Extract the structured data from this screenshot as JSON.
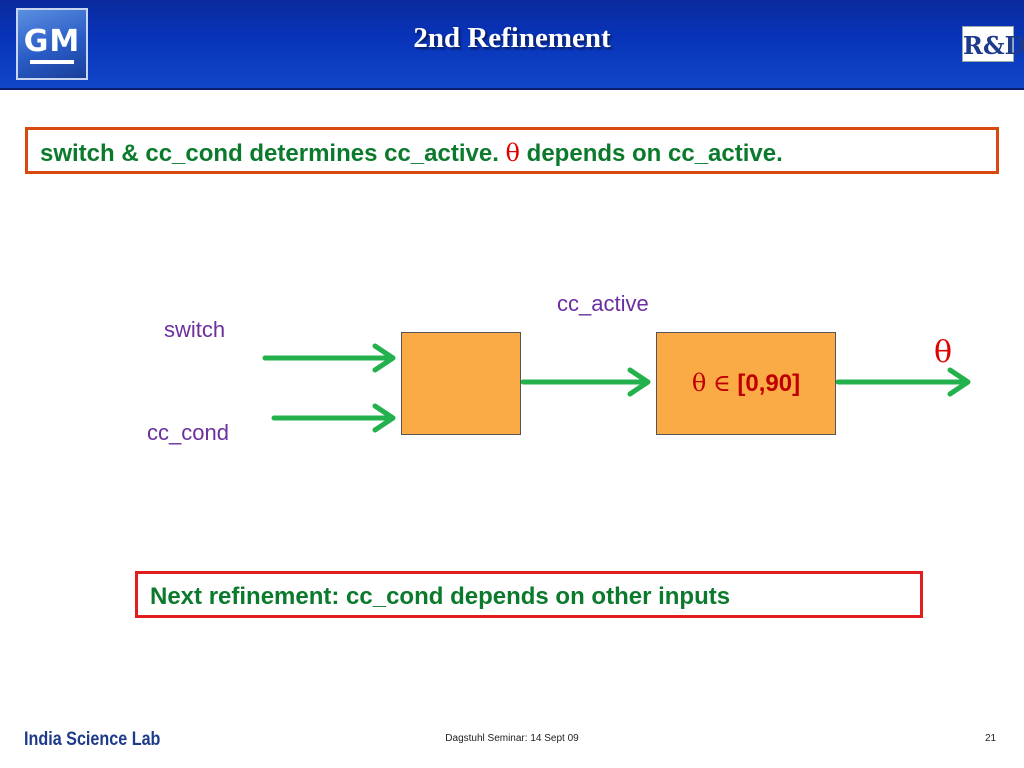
{
  "header": {
    "title": "2nd Refinement",
    "gm_logo_text": "GM",
    "rd_logo_text": "R&D"
  },
  "statement": {
    "part1": "switch & cc_cond determines cc_active.",
    "theta": "θ",
    "part2": "depends on cc_active."
  },
  "diagram": {
    "inputs": {
      "switch": "switch",
      "cc_cond": "cc_cond"
    },
    "link_label": "cc_active",
    "block2": {
      "theta": "θ",
      "element_of": "∈",
      "range": "[0,90]"
    },
    "output_label": "θ"
  },
  "note": "Next refinement: cc_cond depends on other inputs",
  "footer": {
    "org": "India Science Lab",
    "event": "Dagstuhl  Seminar: 14 Sept 09",
    "page_number": "21"
  },
  "colors": {
    "header_blue": "#0833b8",
    "arrow_green": "#22b14c",
    "block_orange": "#fbab45",
    "text_green": "#0b7a2c",
    "label_purple": "#6b2fa0",
    "accent_red": "#e00000"
  }
}
